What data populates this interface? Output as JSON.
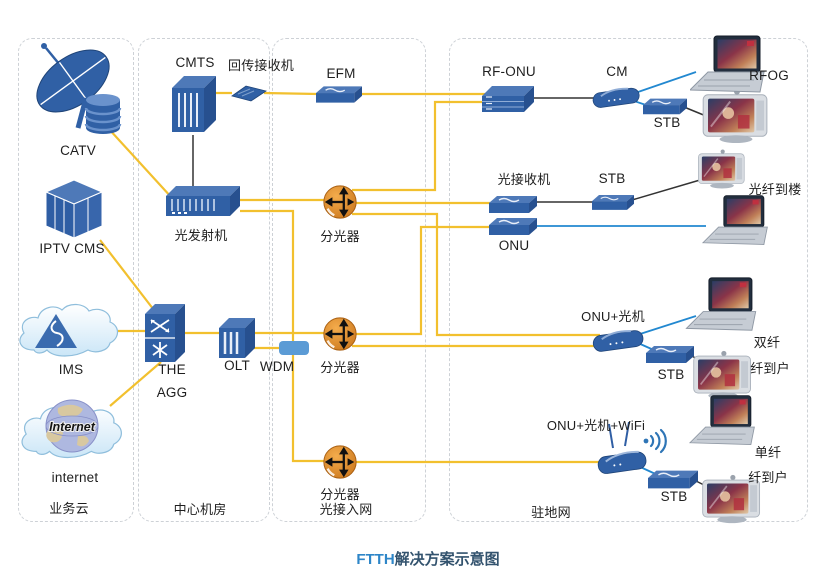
{
  "title": {
    "brand": "FTTH",
    "text": "解决方案示意图"
  },
  "columns": {
    "cloud": "业务云",
    "central_office": "中心机房",
    "access": "光接入网",
    "premises": "驻地网"
  },
  "cloud_zone": {
    "catv": "CATV",
    "iptv_cms": "IPTV CMS",
    "ims": "IMS",
    "internet": "internet",
    "globe_text": "Internet"
  },
  "office_zone": {
    "cmts": "CMTS",
    "return_receiver": "回传接收机",
    "optical_transmitter": "光发射机",
    "agg_line1": "THE",
    "agg_line2": "AGG",
    "olt": "OLT",
    "wdm": "WDM"
  },
  "access_zone": {
    "efm": "EFM",
    "splitter_top": "分光器",
    "splitter_middle": "分光器",
    "splitter_bottom": "分光器"
  },
  "premises_zone": {
    "rf_onu": "RF-ONU",
    "cm": "CM",
    "stb_rfog": "STB",
    "rfog": "RFOG",
    "optical_receiver": "光接收机",
    "stb_building": "STB",
    "fiber_to_building": "光纤到楼",
    "onu": "ONU",
    "onu_optical": "ONU+光机",
    "stb_dual": "STB",
    "dual_fiber_line1": "双纤",
    "dual_fiber_line2": "纤到户",
    "onu_optical_wifi": "ONU+光机+WiFi",
    "stb_single": "STB",
    "single_fiber_line1": "单纤",
    "single_fiber_line2": "纤到户"
  },
  "colors": {
    "fiber_yellow": "#F2C02E",
    "cable_black": "#333333",
    "ethernet_blue": "#2288D0",
    "device_blue": "#3060A5",
    "splitter_orange": "#D8821E",
    "title_brand_blue": "#2E86C8",
    "title_dark_blue": "#33536E"
  }
}
